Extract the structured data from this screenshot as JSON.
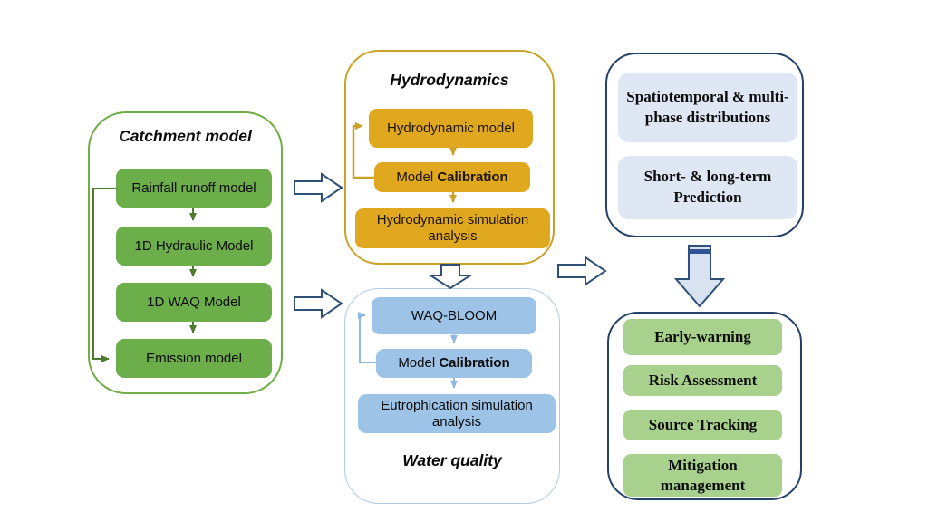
{
  "colors": {
    "green_fill": "#6CAE4A",
    "green_border": "#70AD47",
    "green_arrow": "#4E7A2E",
    "gold_fill": "#DFA81E",
    "gold_border": "#C9A227",
    "blue_fill": "#9DC3E6",
    "blue_border": "#AECBE4",
    "blue_arrow": "#8FB9E0",
    "navy": "#2E5077",
    "navy_border": "#24416B",
    "pale_blue_fill": "#DEE7F3",
    "light_green_fill": "#A9D18E",
    "big_arrow_fill": "#D9E2F0",
    "big_arrow_stripe": "#2F5496"
  },
  "catchment": {
    "title": "Catchment model",
    "boxes": [
      "Rainfall runoff model",
      "1D Hydraulic Model",
      "1D WAQ Model",
      "Emission model"
    ]
  },
  "hydrodynamics": {
    "title": "Hydrodynamics",
    "model_box": "Hydrodynamic model",
    "calibration": {
      "prefix": "Model ",
      "bold": "Calibration"
    },
    "analysis_box": "Hydrodynamic simulation analysis"
  },
  "water_quality": {
    "title": "Water quality",
    "model_box": "WAQ-BLOOM",
    "calibration": {
      "prefix": "Model ",
      "bold": "Calibration"
    },
    "analysis_box": "Eutrophication simulation analysis"
  },
  "outputs": {
    "boxes": [
      "Spatiotemporal & multi-phase distributions",
      "Short- & long-term Prediction"
    ]
  },
  "applications": {
    "boxes": [
      "Early-warning",
      "Risk Assessment",
      "Source Tracking",
      "Mitigation management"
    ]
  }
}
